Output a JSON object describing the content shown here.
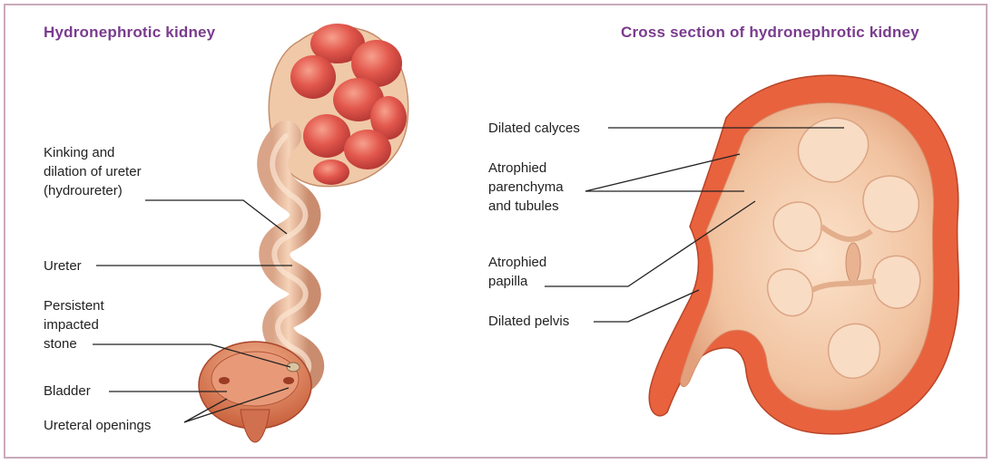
{
  "left_panel": {
    "title": "Hydronephrotic kidney",
    "labels": {
      "kinking": [
        "Kinking and",
        "dilation of ureter",
        "(hydroureter)"
      ],
      "ureter": "Ureter",
      "stone": [
        "Persistent",
        "impacted",
        "stone"
      ],
      "bladder": "Bladder",
      "ureteral_openings": "Ureteral openings"
    }
  },
  "right_panel": {
    "title": "Cross section of hydronephrotic kidney",
    "labels": {
      "dilated_calyces": "Dilated calyces",
      "atrophied_parenchyma": [
        "Atrophied",
        "parenchyma",
        "and tubules"
      ],
      "atrophied_papilla": [
        "Atrophied",
        "papilla"
      ],
      "dilated_pelvis": "Dilated pelvis"
    }
  },
  "colors": {
    "title": "#7a3b8e",
    "border": "#c9aab9",
    "kidney_red": "#e2574c",
    "tissue": "#f2c7a6",
    "cortex": "#e8623e",
    "leader_line": "#222222"
  }
}
